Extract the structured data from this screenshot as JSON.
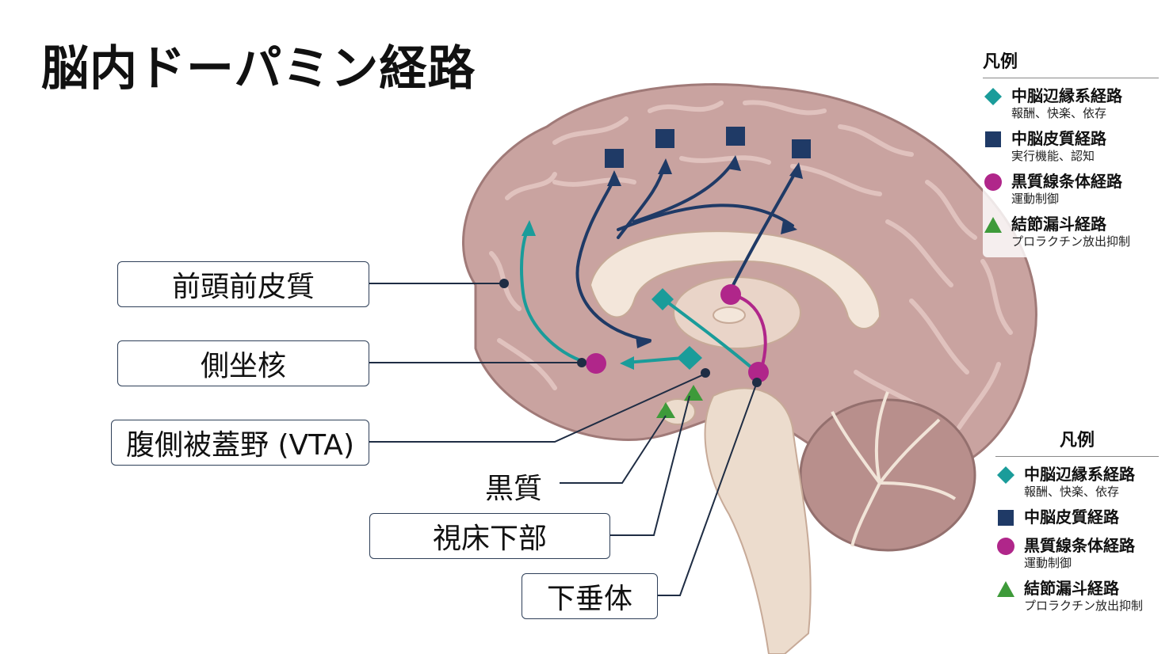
{
  "title": "脳内ドーパミン経路",
  "labels": {
    "prefrontal": "前頭前皮質",
    "accumbens": "側坐核",
    "vta": "腹側被蓋野 (VTA)",
    "substantia_nigra": "黒質",
    "hypothalamus": "視床下部",
    "pituitary": "下垂体"
  },
  "legend_title": "凡例",
  "legend_items": [
    {
      "name": "中脳辺縁系経路",
      "desc": "報酬、快楽、依存",
      "symbol": "diamond",
      "color": "#1a9c9a"
    },
    {
      "name": "中脳皮質経路",
      "desc": "実行機能、認知",
      "symbol": "square",
      "color": "#1f3a66"
    },
    {
      "name": "黒質線条体経路",
      "desc": "運動制御",
      "symbol": "circle",
      "color": "#b0268a"
    },
    {
      "name": "結節漏斗経路",
      "desc": "プロラクチン放出抑制",
      "symbol": "triangle",
      "color": "#3e9a3a"
    }
  ],
  "legend2_items": [
    {
      "name": "中脳辺縁系経路",
      "desc": "報酬、快楽、依存"
    },
    {
      "name": "中脳皮質経路",
      "desc": ""
    },
    {
      "name": "黒質線条体経路",
      "desc": "運動制御"
    },
    {
      "name": "結節漏斗経路",
      "desc": "プロラクチン放出抑制"
    }
  ],
  "colors": {
    "brain": "#c9a3a0",
    "brain_dark": "#a77f7e",
    "inner": "#f3e6da",
    "line": "#1f2d44"
  }
}
